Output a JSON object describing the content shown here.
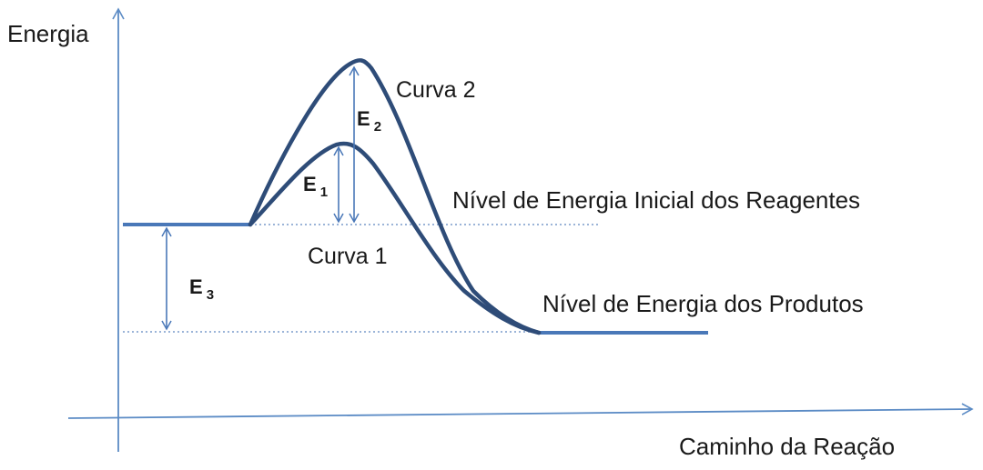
{
  "axes": {
    "y_label": "Energia",
    "x_label": "Caminho da Reação"
  },
  "levels": {
    "reactants": "Nível de Energia Inicial dos Reagentes",
    "products": "Nível de Energia dos Produtos"
  },
  "curves": {
    "curve1": "Curva 1",
    "curve2": "Curva 2"
  },
  "energies": {
    "e1": {
      "letter": "E",
      "sub": "1"
    },
    "e2": {
      "letter": "E",
      "sub": "2"
    },
    "e3": {
      "letter": "E",
      "sub": "3"
    }
  },
  "colors": {
    "axis": "#5b8bc5",
    "curve": "#2e4c78",
    "level": "#4a78b8",
    "dotted": "#7a9ccc",
    "arrow": "#4a78b8"
  }
}
